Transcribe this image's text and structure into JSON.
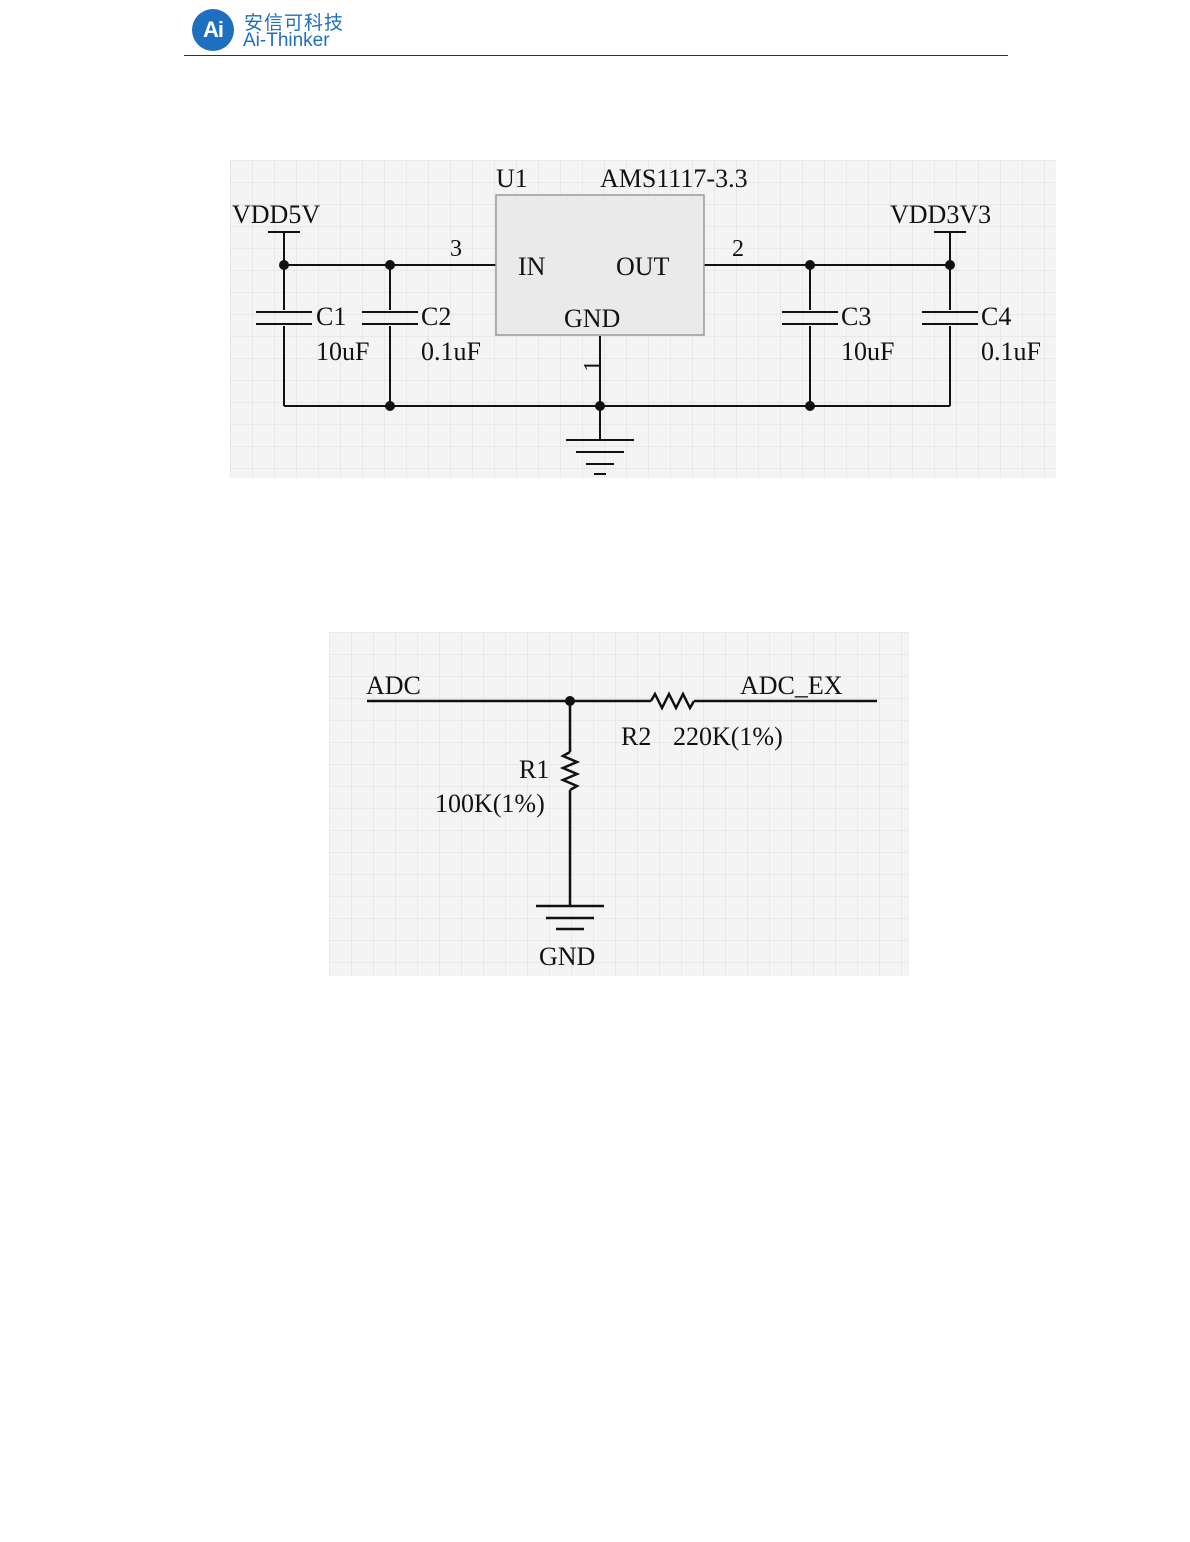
{
  "header": {
    "logo_mark": "Ai",
    "company_cn": "安信可科技",
    "company_en": "Ai-Thinker"
  },
  "regulator_circuit": {
    "u1_ref": "U1",
    "u1_part": "AMS1117-3.3",
    "in_rail": "VDD5V",
    "out_rail": "VDD3V3",
    "pin_in_num": "3",
    "pin_in_name": "IN",
    "pin_out_num": "2",
    "pin_out_name": "OUT",
    "pin_gnd_num": "1",
    "pin_gnd_name": "GND",
    "capacitors": [
      {
        "ref": "C1",
        "value": "10uF"
      },
      {
        "ref": "C2",
        "value": "0.1uF"
      },
      {
        "ref": "C3",
        "value": "10uF"
      },
      {
        "ref": "C4",
        "value": "0.1uF"
      }
    ]
  },
  "adc_circuit": {
    "net_in": "ADC",
    "net_ext": "ADC_EX",
    "r1_ref": "R1",
    "r1_value": "100K(1%)",
    "r2_ref": "R2",
    "r2_value": "220K(1%)",
    "gnd_label": "GND"
  }
}
